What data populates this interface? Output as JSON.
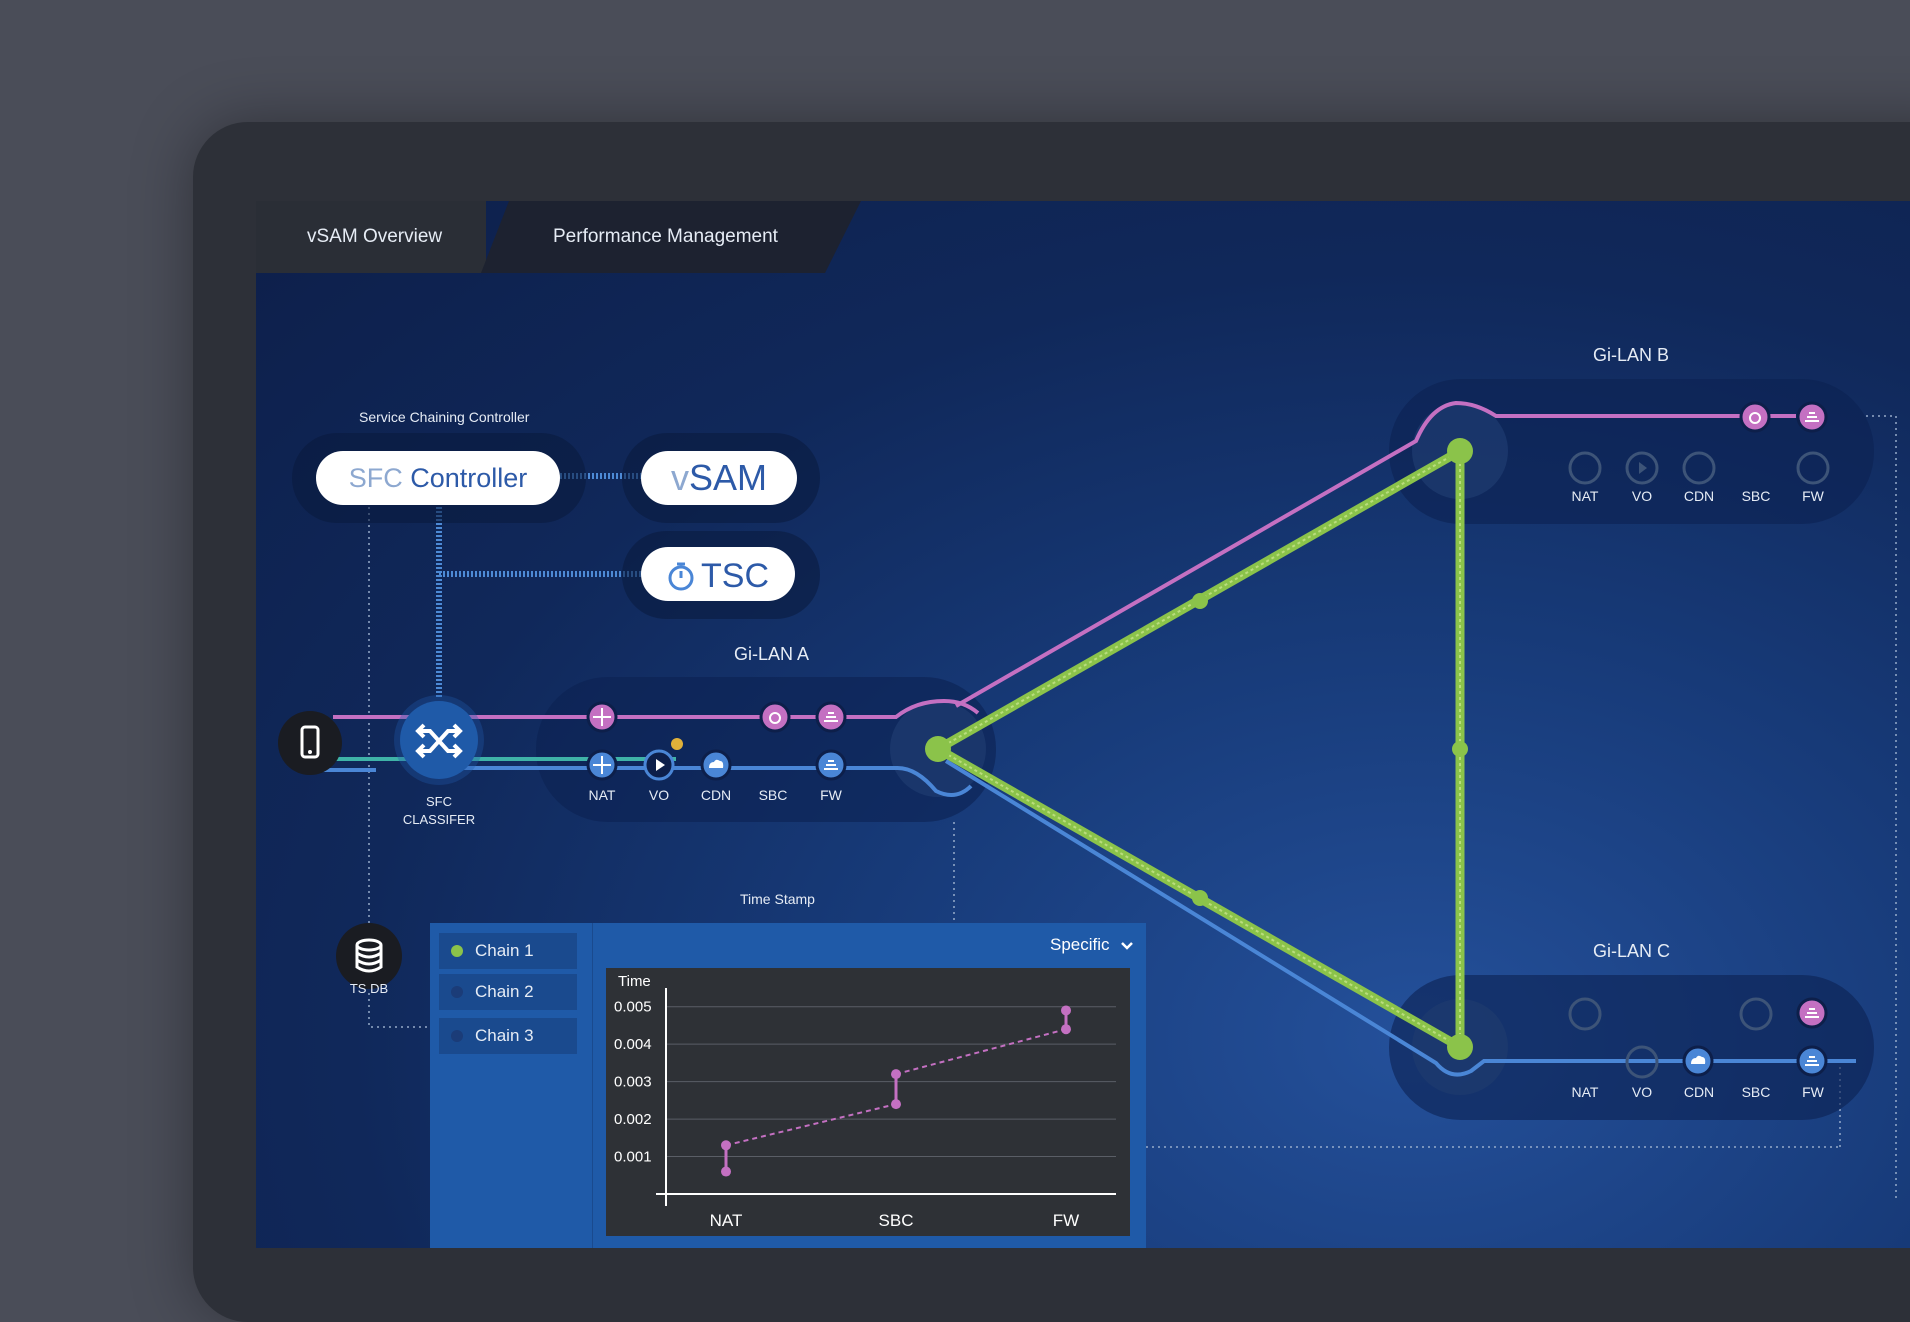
{
  "tabs": [
    {
      "label": "vSAM Overview"
    },
    {
      "label": "Performance Management"
    }
  ],
  "controller_group": {
    "title": "Service Chaining Controller",
    "sfc_prefix": "SFC",
    "sfc_suffix": " Controller",
    "vsam_prefix": "v",
    "vsam_suffix": "SAM",
    "tsc": "TSC"
  },
  "classifier": {
    "line1": "SFC",
    "line2": "CLASSIFER"
  },
  "tsdb_label": "TS DB",
  "gilan_a": {
    "title": "Gi-LAN  A",
    "nfs": [
      "NAT",
      "VO",
      "CDN",
      "SBC",
      "FW"
    ]
  },
  "gilan_b": {
    "title": "Gi-LAN  B",
    "nfs": [
      "NAT",
      "VO",
      "CDN",
      "SBC",
      "FW"
    ]
  },
  "gilan_c": {
    "title": "Gi-LAN  C",
    "nfs": [
      "NAT",
      "VO",
      "CDN",
      "SBC",
      "FW"
    ]
  },
  "timestamp": {
    "title": "Time Stamp",
    "chains": [
      {
        "label": "Chain 1",
        "active": true
      },
      {
        "label": "Chain 2",
        "active": false
      },
      {
        "label": "Chain 3",
        "active": false
      }
    ],
    "dropdown": "Specific"
  },
  "colors": {
    "magenta": "#c470c2",
    "green": "#8bc34a",
    "blue": "#4a86d6",
    "teal": "#3fb3a8",
    "panel": "#1f5aa8"
  },
  "chart_data": {
    "type": "scatter",
    "ylabel": "Time",
    "categories": [
      "NAT",
      "SBC",
      "FW"
    ],
    "y_ticks": [
      0.001,
      0.002,
      0.003,
      0.004,
      0.005
    ],
    "ylim": [
      0,
      0.0055
    ],
    "ranges": [
      {
        "category": "NAT",
        "low": 0.0006,
        "high": 0.0013
      },
      {
        "category": "SBC",
        "low": 0.0024,
        "high": 0.0032
      },
      {
        "category": "FW",
        "low": 0.0044,
        "high": 0.0049
      }
    ]
  }
}
